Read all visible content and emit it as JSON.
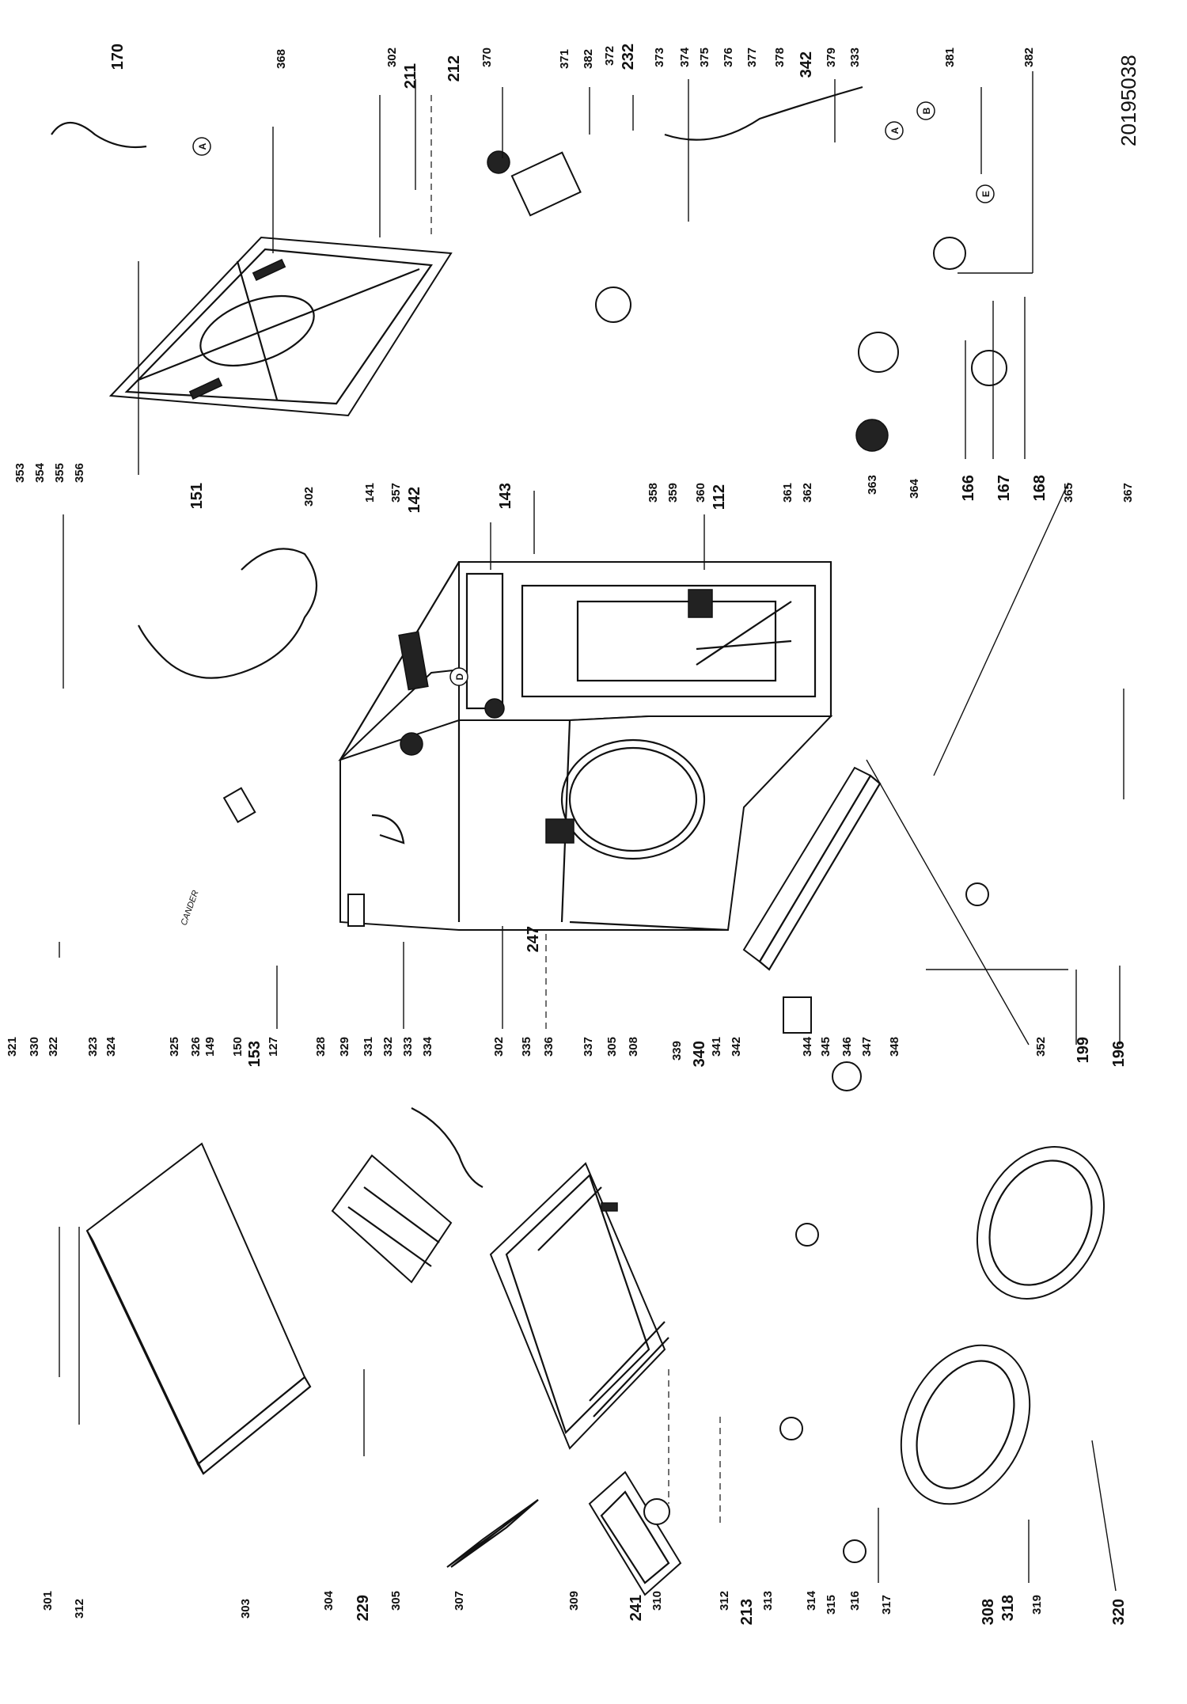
{
  "document": {
    "code": "20195038"
  },
  "callouts": [
    {
      "id": "c170",
      "text": "170"
    },
    {
      "id": "c368",
      "text": "368"
    },
    {
      "id": "c302a",
      "text": "302"
    },
    {
      "id": "c211",
      "text": "211"
    },
    {
      "id": "c212",
      "text": "212"
    },
    {
      "id": "c370",
      "text": "370"
    },
    {
      "id": "c371",
      "text": "371"
    },
    {
      "id": "c382",
      "text": "382"
    },
    {
      "id": "c372",
      "text": "372"
    },
    {
      "id": "c232",
      "text": "232"
    },
    {
      "id": "c373",
      "text": "373"
    },
    {
      "id": "c374",
      "text": "374"
    },
    {
      "id": "c375",
      "text": "375"
    },
    {
      "id": "c376",
      "text": "376"
    },
    {
      "id": "c377",
      "text": "377"
    },
    {
      "id": "c378",
      "text": "378"
    },
    {
      "id": "c342a",
      "text": "342"
    },
    {
      "id": "c379",
      "text": "379"
    },
    {
      "id": "c333a",
      "text": "333"
    },
    {
      "id": "c381",
      "text": "381"
    },
    {
      "id": "c382b",
      "text": "382"
    },
    {
      "id": "c353",
      "text": "353"
    },
    {
      "id": "c354",
      "text": "354"
    },
    {
      "id": "c355",
      "text": "355"
    },
    {
      "id": "c356",
      "text": "356"
    },
    {
      "id": "c151",
      "text": "151"
    },
    {
      "id": "c302b",
      "text": "302"
    },
    {
      "id": "c141",
      "text": "141"
    },
    {
      "id": "c357",
      "text": "357"
    },
    {
      "id": "c142",
      "text": "142"
    },
    {
      "id": "c143",
      "text": "143"
    },
    {
      "id": "c358",
      "text": "358"
    },
    {
      "id": "c359",
      "text": "359"
    },
    {
      "id": "c360",
      "text": "360"
    },
    {
      "id": "c112",
      "text": "112"
    },
    {
      "id": "c361",
      "text": "361"
    },
    {
      "id": "c362",
      "text": "362"
    },
    {
      "id": "c363",
      "text": "363"
    },
    {
      "id": "c364",
      "text": "364"
    },
    {
      "id": "c166",
      "text": "166"
    },
    {
      "id": "c167",
      "text": "167"
    },
    {
      "id": "c168",
      "text": "168"
    },
    {
      "id": "c365",
      "text": "365"
    },
    {
      "id": "c367",
      "text": "367"
    },
    {
      "id": "c321",
      "text": "321"
    },
    {
      "id": "c330",
      "text": "330"
    },
    {
      "id": "c322",
      "text": "322"
    },
    {
      "id": "c323",
      "text": "323"
    },
    {
      "id": "c324",
      "text": "324"
    },
    {
      "id": "c325",
      "text": "325"
    },
    {
      "id": "c326",
      "text": "326"
    },
    {
      "id": "c149",
      "text": "149"
    },
    {
      "id": "c150",
      "text": "150"
    },
    {
      "id": "c153",
      "text": "153"
    },
    {
      "id": "c127",
      "text": "127"
    },
    {
      "id": "c328",
      "text": "328"
    },
    {
      "id": "c329",
      "text": "329"
    },
    {
      "id": "c331",
      "text": "331"
    },
    {
      "id": "c332",
      "text": "332"
    },
    {
      "id": "c333b",
      "text": "333"
    },
    {
      "id": "c334",
      "text": "334"
    },
    {
      "id": "c302c",
      "text": "302"
    },
    {
      "id": "c335",
      "text": "335"
    },
    {
      "id": "c336",
      "text": "336"
    },
    {
      "id": "c337",
      "text": "337"
    },
    {
      "id": "c305a",
      "text": "305"
    },
    {
      "id": "c308",
      "text": "308"
    },
    {
      "id": "c247",
      "text": "247"
    },
    {
      "id": "c339",
      "text": "339"
    },
    {
      "id": "c340",
      "text": "340"
    },
    {
      "id": "c341",
      "text": "341"
    },
    {
      "id": "c342b",
      "text": "342"
    },
    {
      "id": "c344",
      "text": "344"
    },
    {
      "id": "c345",
      "text": "345"
    },
    {
      "id": "c346",
      "text": "346"
    },
    {
      "id": "c347",
      "text": "347"
    },
    {
      "id": "c348",
      "text": "348"
    },
    {
      "id": "c352",
      "text": "352"
    },
    {
      "id": "c199",
      "text": "199"
    },
    {
      "id": "c196",
      "text": "196"
    },
    {
      "id": "c301",
      "text": "301"
    },
    {
      "id": "c312a",
      "text": "312"
    },
    {
      "id": "c303",
      "text": "303"
    },
    {
      "id": "c304",
      "text": "304"
    },
    {
      "id": "c229",
      "text": "229"
    },
    {
      "id": "c305b",
      "text": "305"
    },
    {
      "id": "c307",
      "text": "307"
    },
    {
      "id": "c309",
      "text": "309"
    },
    {
      "id": "c241",
      "text": "241"
    },
    {
      "id": "c310",
      "text": "310"
    },
    {
      "id": "c312b",
      "text": "312"
    },
    {
      "id": "c213",
      "text": "213"
    },
    {
      "id": "c313",
      "text": "313"
    },
    {
      "id": "c314",
      "text": "314"
    },
    {
      "id": "c315",
      "text": "315"
    },
    {
      "id": "c316",
      "text": "316"
    },
    {
      "id": "c317",
      "text": "317"
    },
    {
      "id": "c308b",
      "text": "308"
    },
    {
      "id": "c318",
      "text": "318"
    },
    {
      "id": "c319",
      "text": "319"
    },
    {
      "id": "c320",
      "text": "320"
    }
  ],
  "circled_markers": [
    {
      "id": "mA1",
      "text": "A"
    },
    {
      "id": "mA2",
      "text": "A"
    },
    {
      "id": "mB1",
      "text": "B"
    },
    {
      "id": "mE1",
      "text": "E"
    },
    {
      "id": "mD1",
      "text": "D"
    }
  ],
  "stamps": {
    "cabinet_stamp": "CANDER"
  }
}
